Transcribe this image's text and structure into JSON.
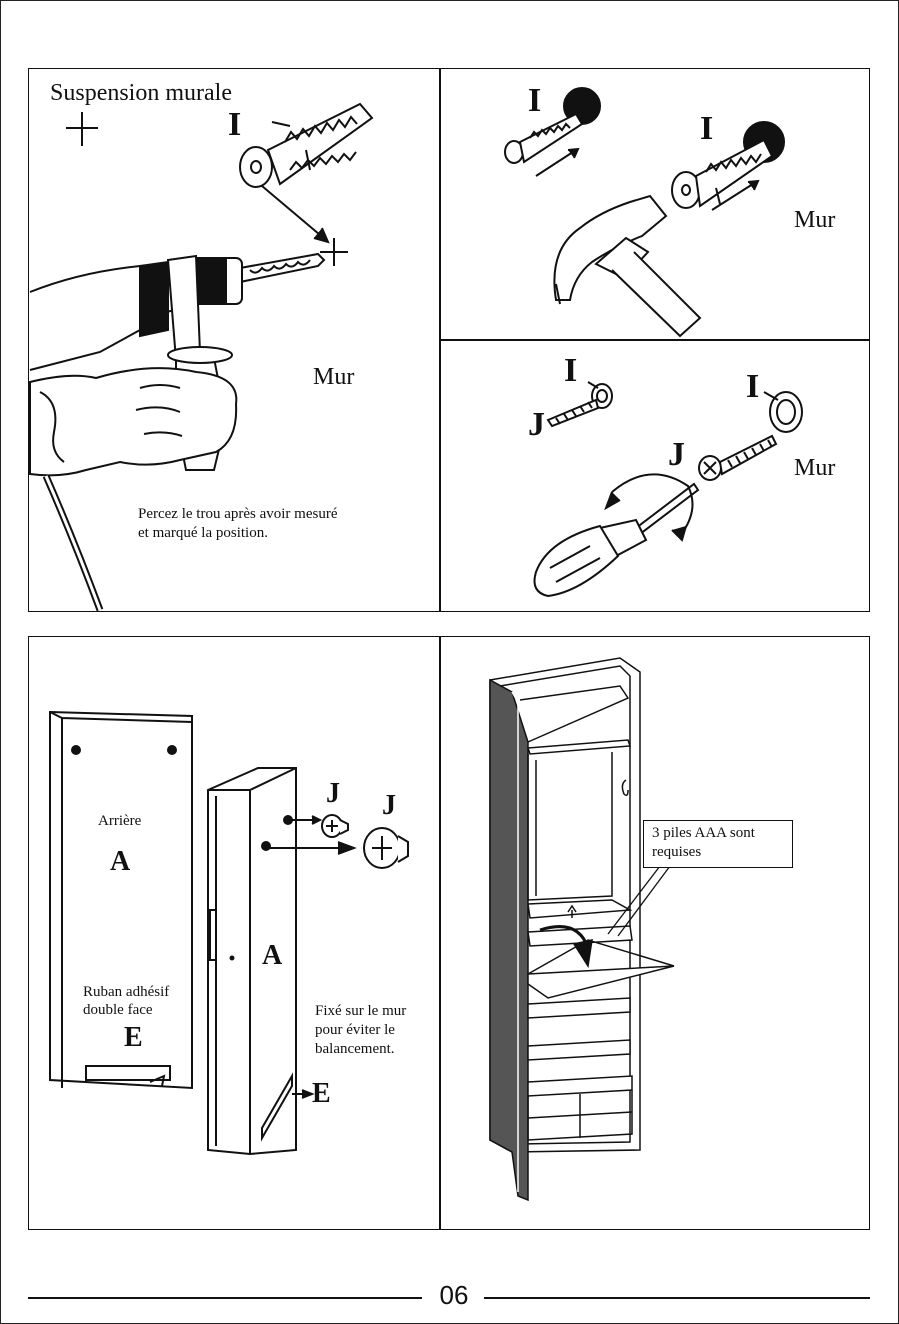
{
  "page_number": "06",
  "panel_drill": {
    "title": "Suspension murale",
    "label_i": "I",
    "wall_label": "Mur",
    "instruction_line1": "Percez le trou après avoir mesuré",
    "instruction_line2": "et marqué la position."
  },
  "panel_hammer": {
    "label_i_left": "I",
    "label_i_right": "I",
    "wall_label": "Mur"
  },
  "panel_screw": {
    "label_i_left": "I",
    "label_j_left": "J",
    "label_i_right": "I",
    "label_j_right": "J",
    "wall_label": "Mur"
  },
  "panel_back": {
    "back_label": "Arrière",
    "label_a_back": "A",
    "tape_line1": "Ruban adhésif",
    "tape_line2": "double face",
    "label_e_back": "E",
    "label_j_small": "J",
    "label_j_big": "J",
    "label_a_side": "A",
    "fix_line1": "Fixé sur le mur",
    "fix_line2": "pour éviter le",
    "fix_line3": "balancement.",
    "label_e_side": "E"
  },
  "panel_cabinet": {
    "battery_line1": "3 piles AAA sont",
    "battery_line2": "requises"
  }
}
